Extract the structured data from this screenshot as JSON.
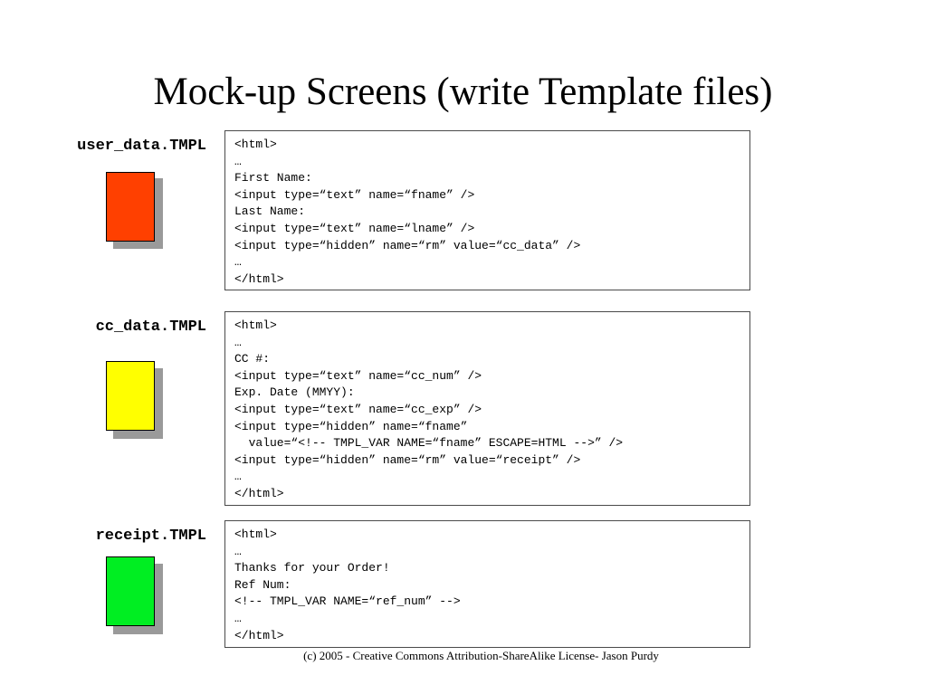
{
  "slide": {
    "title": "Mock-up Screens (write Template files)",
    "footer": "(c) 2005 - Creative Commons Attribution-ShareAlike License- Jason Purdy"
  },
  "templates": [
    {
      "file_name": "user_data.TMPL",
      "page_color": "#ff4000",
      "code_lines": [
        "<html>",
        "…",
        "First Name:",
        "<input type=“text” name=“fname” />",
        "Last Name:",
        "<input type=“text” name=“lname” />",
        "<input type=“hidden” name=“rm” value=“cc_data” />",
        "…",
        "</html>"
      ]
    },
    {
      "file_name": "cc_data.TMPL",
      "page_color": "#ffff00",
      "code_lines": [
        "<html>",
        "…",
        "CC #:",
        "<input type=“text” name=“cc_num” />",
        "Exp. Date (MMYY):",
        "<input type=“text” name=“cc_exp” />",
        "<input type=“hidden” name=“fname”",
        "  value=“<!-- TMPL_VAR NAME=“fname” ESCAPE=HTML -->” />",
        "<input type=“hidden” name=“rm” value=“receipt” />",
        "…",
        "</html>"
      ]
    },
    {
      "file_name": "receipt.TMPL",
      "page_color": "#00ee22",
      "code_lines": [
        "<html>",
        "…",
        "Thanks for your Order!",
        "Ref Num:",
        "<!-- TMPL_VAR NAME=“ref_num” -->",
        "…",
        "</html>"
      ]
    }
  ]
}
